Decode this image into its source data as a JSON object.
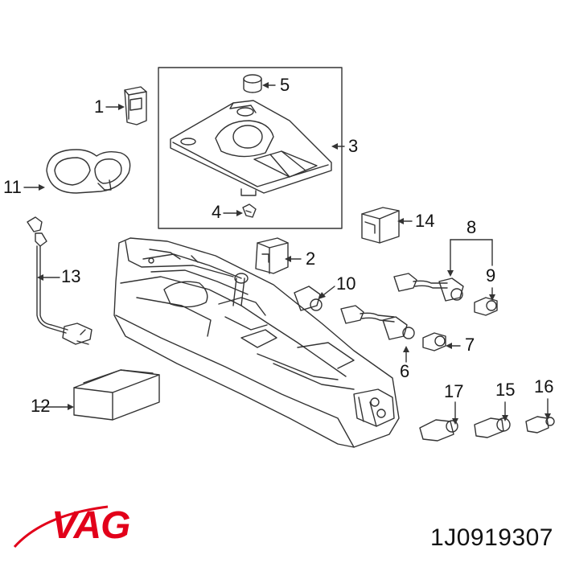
{
  "callouts": {
    "c1": "1",
    "c2": "2",
    "c3": "3",
    "c4": "4",
    "c5": "5",
    "c6": "6",
    "c7": "7",
    "c8": "8",
    "c9": "9",
    "c10": "10",
    "c11": "11",
    "c12": "12",
    "c13": "13",
    "c14": "14",
    "c15": "15",
    "c16": "16",
    "c17": "17"
  },
  "brand": {
    "name": "VAG",
    "color": "#e2001a"
  },
  "part_number": "1J0919307",
  "colors": {
    "line": "#333333",
    "background": "#ffffff"
  }
}
